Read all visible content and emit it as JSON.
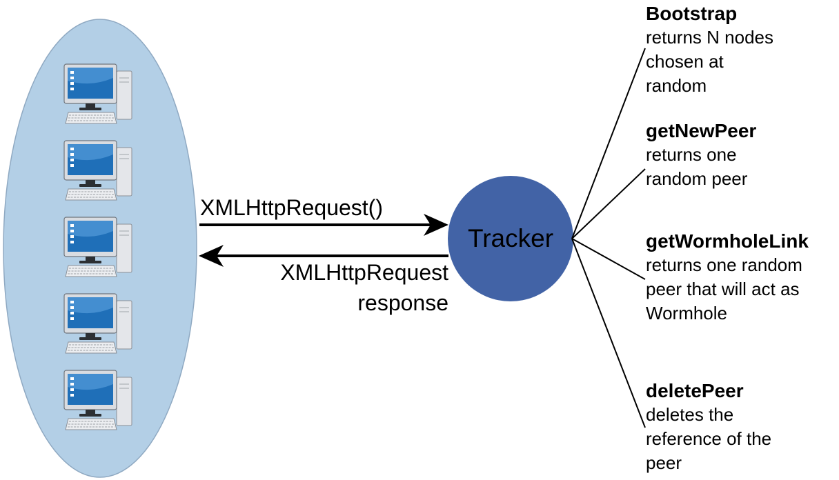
{
  "colors": {
    "peer_group_fill": "#b3cfe6",
    "peer_group_stroke": "#8fa9c2",
    "tracker_fill": "#4263a6",
    "line": "#000000",
    "monitor_screen": "#1f6fb8",
    "computer_body": "#e4e6ea"
  },
  "peers": {
    "count": 5,
    "icon": "desktop-computer-icon"
  },
  "request": {
    "label": "XMLHttpRequest()"
  },
  "response": {
    "label_line1": "XMLHttpRequest",
    "label_line2": "response"
  },
  "tracker": {
    "label": "Tracker"
  },
  "methods": [
    {
      "name": "Bootstrap",
      "desc": [
        "returns N nodes",
        "chosen at",
        "random"
      ]
    },
    {
      "name": "getNewPeer",
      "desc": [
        "returns one",
        "random peer"
      ]
    },
    {
      "name": "getWormholeLink",
      "desc": [
        "returns one random",
        "peer that will act as",
        "Wormhole"
      ]
    },
    {
      "name": "deletePeer",
      "desc": [
        "deletes the",
        "reference of the",
        "peer"
      ]
    }
  ]
}
